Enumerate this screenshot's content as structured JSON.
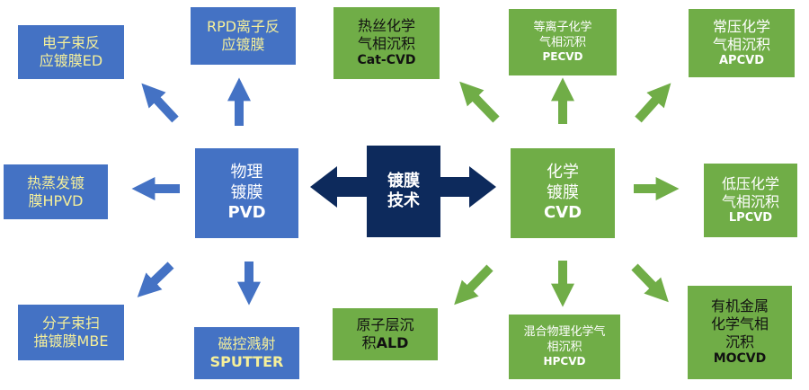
{
  "center": {
    "line1": "镀膜",
    "line2": "技术"
  },
  "pvd": {
    "line1": "物理",
    "line2": "镀膜",
    "abbr": "PVD"
  },
  "cvd": {
    "line1": "化学",
    "line2": "镀膜",
    "abbr": "CVD"
  },
  "pvd_methods": {
    "ed": {
      "line1": "电子束反",
      "line2": "应镀膜ED"
    },
    "rpd": {
      "line1": "RPD离子反",
      "line2": "应镀膜"
    },
    "hpvd": {
      "line1": "热蒸发镀",
      "line2": "膜HPVD"
    },
    "mbe": {
      "line1": "分子束扫",
      "line2": "描镀膜MBE"
    },
    "sputter": {
      "line1": "磁控溅射",
      "line2": "SPUTTER"
    }
  },
  "cvd_methods": {
    "catcvd": {
      "line1": "热丝化学",
      "line2": "气相沉积",
      "abbr": "Cat-CVD"
    },
    "pecvd": {
      "line1": "等离子化学",
      "line2": "气相沉积",
      "abbr": "PECVD"
    },
    "apcvd": {
      "line1": "常压化学",
      "line2": "气相沉积",
      "abbr": "APCVD"
    },
    "lpcvd": {
      "line1": "低压化学",
      "line2": "气相沉积",
      "abbr": "LPCVD"
    },
    "ald": {
      "line1": "原子层沉",
      "line2": "积",
      "abbr": "ALD"
    },
    "hpcvd": {
      "line1": "混合物理化学气",
      "line2": "相沉积",
      "abbr": "HPCVD"
    },
    "mocvd": {
      "line1": "有机金属",
      "line2": "化学气相",
      "line3": "沉积",
      "abbr": "MOCVD"
    }
  },
  "colors": {
    "pvd_blue": "#4472c4",
    "cvd_green": "#70ad47",
    "center_navy": "#0d2a5c",
    "pvd_text_yellow": "#f5ef9a"
  }
}
